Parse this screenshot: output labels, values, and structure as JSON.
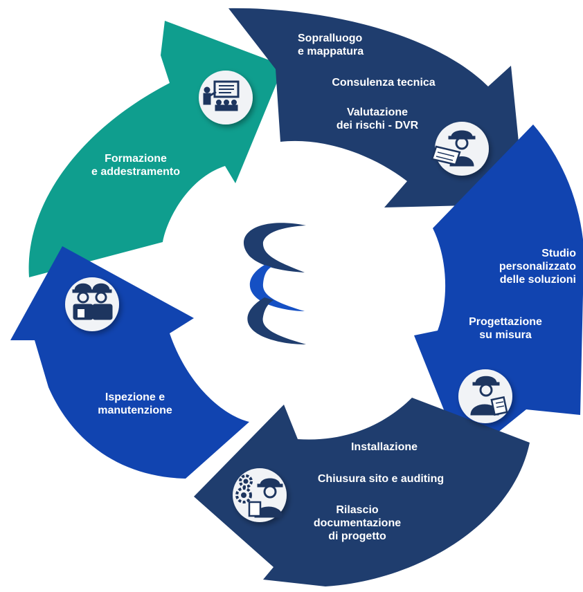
{
  "colors": {
    "teal": "#0f9e8e",
    "navy": "#1f3d6e",
    "royal": "#1144b0",
    "circle": "#f1f3f6",
    "icon": "#1d355f",
    "logo_navy": "#1f3d6e",
    "logo_blue": "#1550c4"
  },
  "diagram": {
    "segments": [
      {
        "id": "formazione",
        "icon": "teacher-presentation-icon",
        "lines": [
          "Formazione",
          "e addestramento"
        ]
      },
      {
        "id": "sopralluogo",
        "icon": "engineer-blueprint-icon",
        "items": [
          [
            "Sopralluogo",
            "e mappatura"
          ],
          [
            "Consulenza tecnica"
          ],
          [
            "Valutazione",
            "dei rischi - DVR"
          ]
        ]
      },
      {
        "id": "studio",
        "icon": "engineer-clipboard-icon",
        "items": [
          [
            "Studio",
            "personalizzato",
            "delle soluzioni"
          ],
          [
            "Progettazione",
            "su misura"
          ]
        ]
      },
      {
        "id": "installazione",
        "icon": "engineer-gears-icon",
        "items": [
          [
            "Installazione"
          ],
          [
            "Chiusura sito e auditing"
          ],
          [
            "Rilascio",
            "documentazione",
            "di progetto"
          ]
        ]
      },
      {
        "id": "ispezione",
        "icon": "two-workers-icon",
        "lines": [
          "Ispezione e",
          "manutenzione"
        ]
      }
    ],
    "center_logo": "stacked-arcs-logo-icon"
  }
}
